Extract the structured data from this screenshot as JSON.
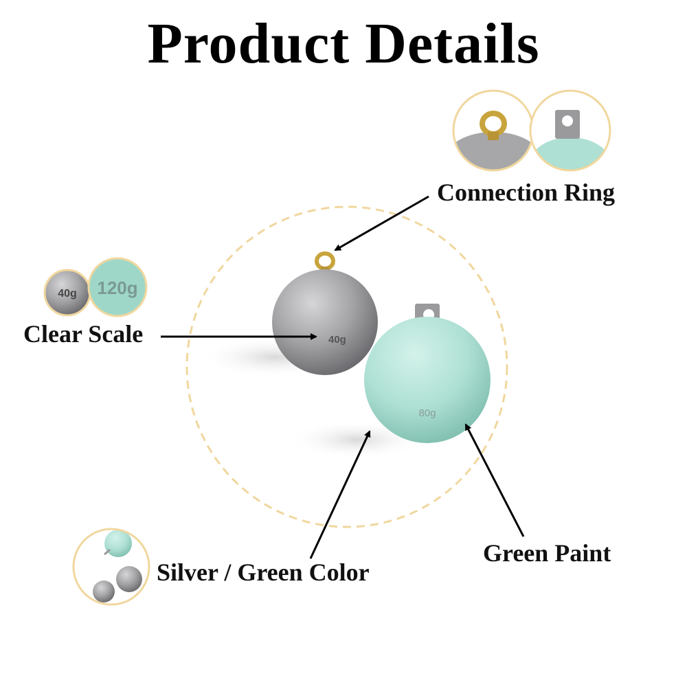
{
  "title": "Product Details",
  "labels": {
    "connection_ring": "Connection Ring",
    "clear_scale": "Clear Scale",
    "color": "Silver / Green Color",
    "green_paint": "Green Paint"
  },
  "weights": {
    "silver_ball": "40g",
    "green_ball": "80g",
    "inset_silver": "40g",
    "inset_green": "120g"
  },
  "colors": {
    "silver": "#a3a3a5",
    "green": "#aee0d4",
    "brass": "#c8a43c",
    "dash_ring": "#f0d79e",
    "inset_border": "#f0d79e"
  }
}
